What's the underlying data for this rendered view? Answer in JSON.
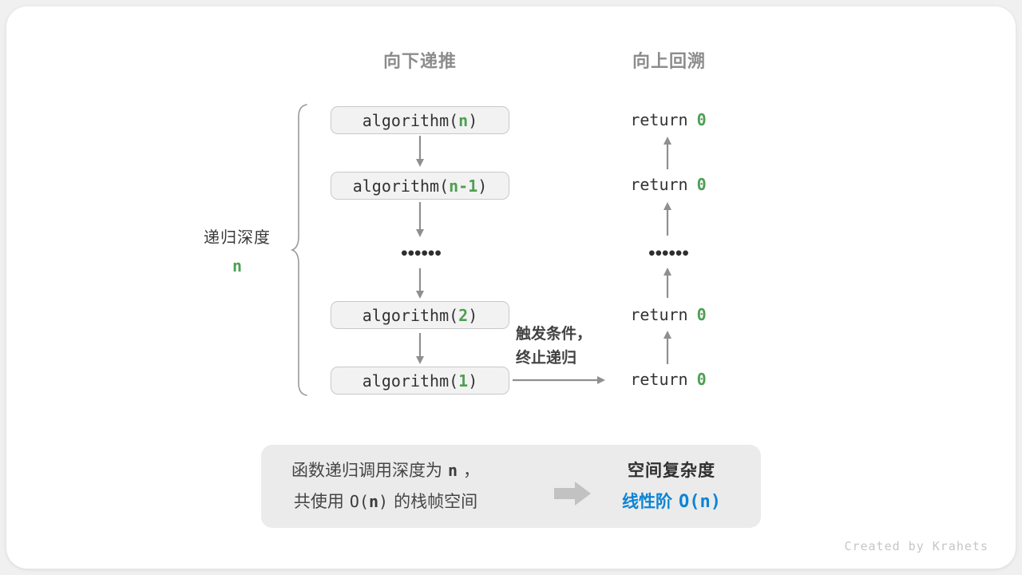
{
  "colors": {
    "green": "#4E9F52",
    "blue": "#0C84D6",
    "arrow_gray": "#8F8F8F",
    "header_gray": "#8C8C8C",
    "box_bg": "#F2F2F2",
    "box_border": "#C9C9C9",
    "summary_bg": "#EBEBEB",
    "credit_gray": "#C6C6C6"
  },
  "headers": {
    "down": "向下递推",
    "up": "向上回溯"
  },
  "depth_label": {
    "text": "递归深度",
    "var": "n"
  },
  "call_stack": {
    "ellipsis": "••••••",
    "boxes": [
      {
        "prefix": "algorithm(",
        "arg": "n",
        "suffix": ")"
      },
      {
        "prefix": "algorithm(",
        "arg": "n-1",
        "suffix": ")"
      },
      {
        "prefix": "algorithm(",
        "arg": "2",
        "suffix": ")"
      },
      {
        "prefix": "algorithm(",
        "arg": "1",
        "suffix": ")"
      }
    ]
  },
  "returns": {
    "ellipsis": "••••••",
    "items": [
      {
        "keyword": "return",
        "value": "0"
      },
      {
        "keyword": "return",
        "value": "0"
      },
      {
        "keyword": "return",
        "value": "0"
      },
      {
        "keyword": "return",
        "value": "0"
      }
    ]
  },
  "base_case_note": {
    "line1": "触发条件，",
    "line2": "终止递归"
  },
  "summary": {
    "line1": {
      "pre": "函数递归调用深度为",
      "var": "n",
      "post": "，"
    },
    "line2": {
      "pre": "共使用",
      "code_open": "O(",
      "var": "n",
      "code_close": ")",
      "post": "的栈帧空间"
    },
    "right_title": "空间复杂度",
    "result": {
      "label": "线性阶",
      "code": "O(n)"
    }
  },
  "credit": "Created by Krahets"
}
